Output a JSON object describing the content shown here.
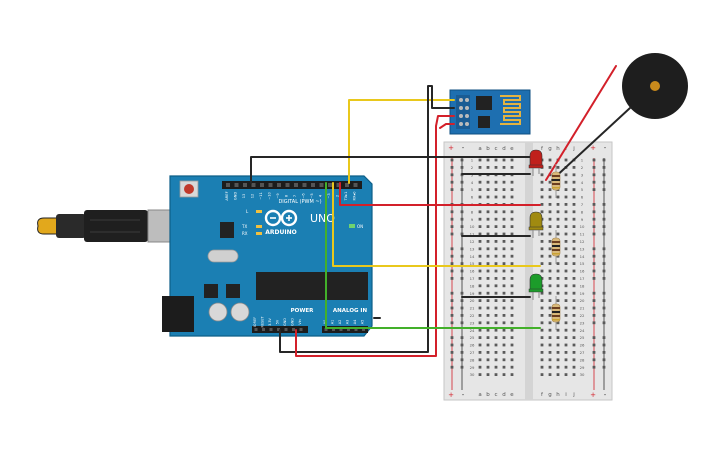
{
  "arduino": {
    "brand": "ARDUINO",
    "model": "UNO",
    "digital_label": "DIGITAL (PWM ~)",
    "power_label": "POWER",
    "analog_label": "ANALOG IN",
    "on_label": "ON",
    "led_l": "L",
    "led_tx": "TX",
    "led_rx": "RX",
    "top_pins": [
      "AREF",
      "GND",
      "13",
      "12",
      "~11",
      "~10",
      "~9",
      "8",
      "7",
      "~6",
      "~5",
      "4",
      "~3",
      "2",
      "TX▸1",
      "RX◂0"
    ],
    "power_pins": [
      "IOREF",
      "RESET",
      "3.3V",
      "5V",
      "GND",
      "GND",
      "Vin"
    ],
    "analog_pins": [
      "A0",
      "A1",
      "A2",
      "A3",
      "A4",
      "A5"
    ]
  },
  "breadboard": {
    "cols_left": [
      "a",
      "b",
      "c",
      "d",
      "e"
    ],
    "cols_right": [
      "f",
      "g",
      "h",
      "i",
      "j"
    ],
    "plus": "+",
    "minus": "-"
  },
  "components": {
    "leds": [
      {
        "name": "red-led",
        "color": "#c0201c"
      },
      {
        "name": "yellow-led",
        "color": "#a08a10"
      },
      {
        "name": "green-led",
        "color": "#1c9c2a"
      }
    ],
    "buzzer_color": "#1e1e1e",
    "wifi_module_color": "#1e6fb0"
  },
  "wire_colors": {
    "red": "#d3202a",
    "black": "#262626",
    "yellow": "#e9c81c",
    "green": "#43b02a"
  }
}
